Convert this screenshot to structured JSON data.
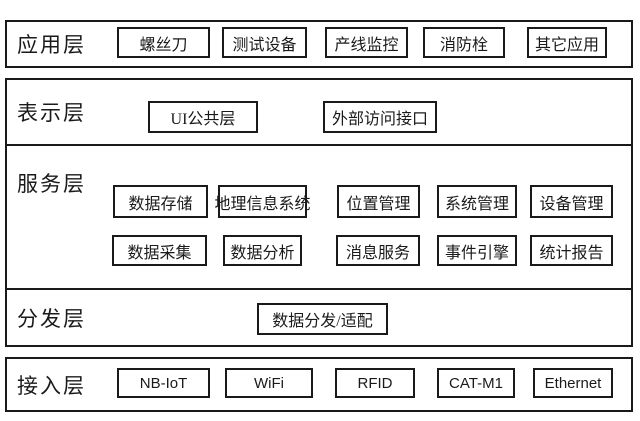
{
  "colors": {
    "border": "#1a1a1a",
    "background": "#ffffff",
    "text": "#1a1a1a"
  },
  "layers": [
    {
      "name": "application",
      "label": "应用层",
      "boxes": [
        "螺丝刀",
        "测试设备",
        "产线监控",
        "消防栓",
        "其它应用"
      ]
    },
    {
      "name": "presentation",
      "label": "表示层",
      "boxes": [
        "UI公共层",
        "外部访问接口"
      ]
    },
    {
      "name": "service",
      "label": "服务层",
      "rows": [
        [
          "数据存储",
          "地理信息系统",
          "位置管理",
          "系统管理",
          "设备管理"
        ],
        [
          "数据采集",
          "数据分析",
          "消息服务",
          "事件引擎",
          "统计报告"
        ]
      ]
    },
    {
      "name": "distribution",
      "label": "分发层",
      "boxes": [
        "数据分发/适配"
      ]
    },
    {
      "name": "access",
      "label": "接入层",
      "boxes": [
        "NB-IoT",
        "WiFi",
        "RFID",
        "CAT-M1",
        "Ethernet"
      ]
    }
  ]
}
